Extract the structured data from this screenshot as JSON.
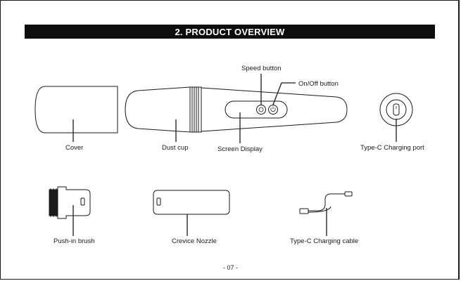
{
  "header": {
    "title": "2. PRODUCT OVERVIEW"
  },
  "parts": {
    "cover": "Cover",
    "dust_cup": "Dust cup",
    "screen_display": "Screen Display",
    "speed_button": "Speed button",
    "on_off_button": "On/Off button",
    "charging_port": "Type-C Charging port",
    "push_in_brush": "Push-in brush",
    "crevice_nozzle": "Crevice Nozzle",
    "charging_cable": "Type-C Charging cable"
  },
  "footer": {
    "page_number": "- 07 -"
  }
}
